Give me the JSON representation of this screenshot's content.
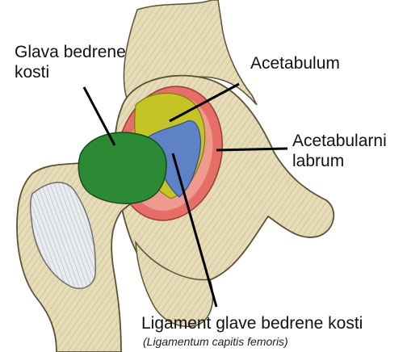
{
  "labels": {
    "head": "Glava bedrene kosti",
    "acetabulum": "Acetabulum",
    "labrum": "Acetabularni labrum",
    "ligament": "Ligament glave bedrene kosti",
    "ligament_latin": "(Ligamentum capitis femoris)"
  },
  "colors": {
    "bone": "#e6dcb8",
    "bone_shadow": "#b9ab82",
    "bone_outline": "#5b5236",
    "femoral_head": "#2d8a34",
    "acetabulum": "#c6c327",
    "labrum": "#e56f66",
    "ligament": "#5f82c6",
    "cartilage": "#dfe3e6",
    "pointer_line": "#000000"
  }
}
